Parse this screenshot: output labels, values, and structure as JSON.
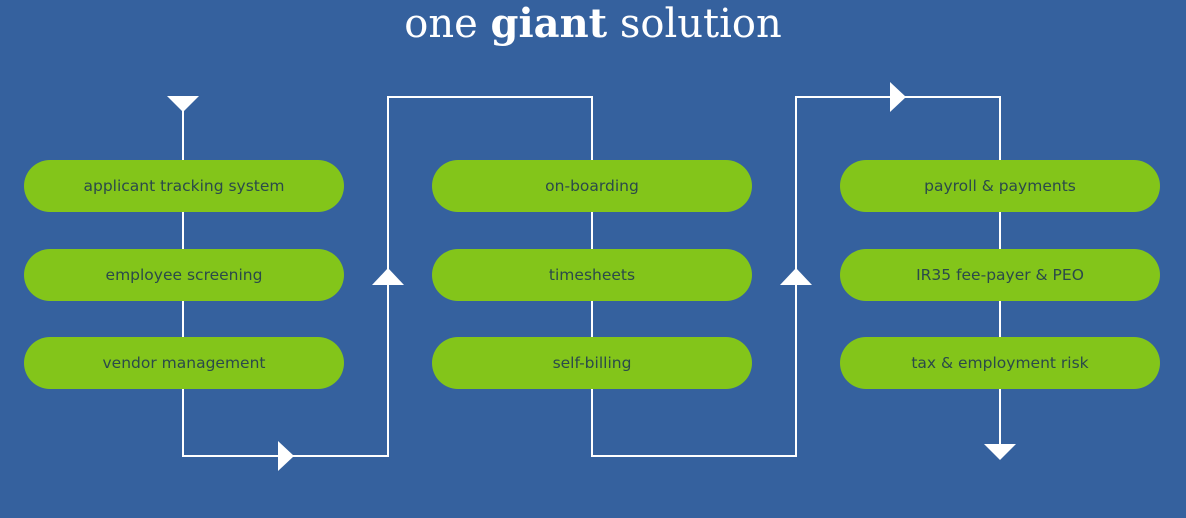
{
  "title": {
    "part1": "one",
    "bold": "giant",
    "part2": "solution"
  },
  "colors": {
    "background": "#35619e",
    "pill": "#83c51a",
    "pill_text": "#2b4a4a",
    "line": "#ffffff"
  },
  "columns": [
    {
      "items": [
        "applicant tracking system",
        "employee screening",
        "vendor management"
      ]
    },
    {
      "items": [
        "on-boarding",
        "timesheets",
        "self-billing"
      ]
    },
    {
      "items": [
        "payroll & payments",
        "IR35 fee-payer & PEO",
        "tax & employment risk"
      ]
    }
  ]
}
